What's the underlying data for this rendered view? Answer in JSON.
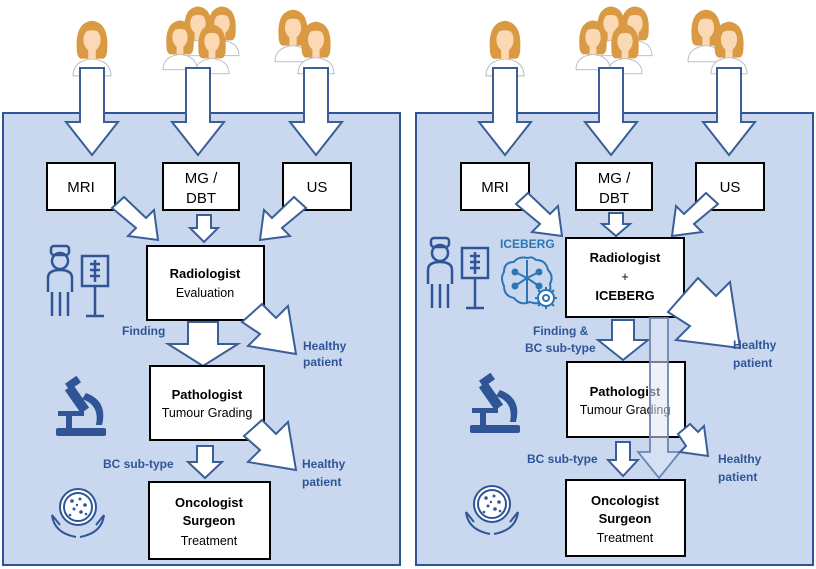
{
  "left": {
    "modalities": [
      "MRI",
      "MG /",
      "DBT",
      "US"
    ],
    "radiologist": {
      "title": "Radiologist",
      "sub": "Evaluation"
    },
    "pathologist": {
      "title": "Pathologist",
      "sub": "Tumour Grading"
    },
    "oncologist": {
      "title1": "Oncologist",
      "title2": "Surgeon",
      "sub": "Treatment"
    },
    "labels": {
      "finding": "Finding",
      "bc_subtype": "BC sub-type",
      "healthy1a": "Healthy",
      "healthy1b": "patient",
      "healthy2a": "Healthy",
      "healthy2b": "patient"
    }
  },
  "right": {
    "modalities": [
      "MRI",
      "MG /",
      "DBT",
      "US"
    ],
    "iceberg_label": "ICEBERG",
    "radiologist": {
      "title": "Radiologist",
      "plus": "+",
      "tool": "ICEBERG"
    },
    "pathologist": {
      "title": "Pathologist",
      "sub": "Tumour Grading"
    },
    "oncologist": {
      "title1": "Oncologist",
      "title2": "Surgeon",
      "sub": "Treatment"
    },
    "labels": {
      "finding1": "Finding &",
      "finding2": "BC sub-type",
      "bc_subtype": "BC sub-type",
      "healthy1a": "Healthy",
      "healthy1b": "patient",
      "healthy2a": "Healthy",
      "healthy2b": "patient"
    }
  },
  "colors": {
    "panel_bg": "#c9d8ef",
    "panel_border": "#2f5597",
    "arrow_stroke": "#3a5f96",
    "icon_blue": "#2f5597",
    "skin": "#fbd9b4",
    "hair": "#d99a43"
  },
  "icons": [
    "patient-icon",
    "radiologist-icon",
    "brain-ai-icon",
    "microscope-icon",
    "petri-dish-hands-icon"
  ]
}
